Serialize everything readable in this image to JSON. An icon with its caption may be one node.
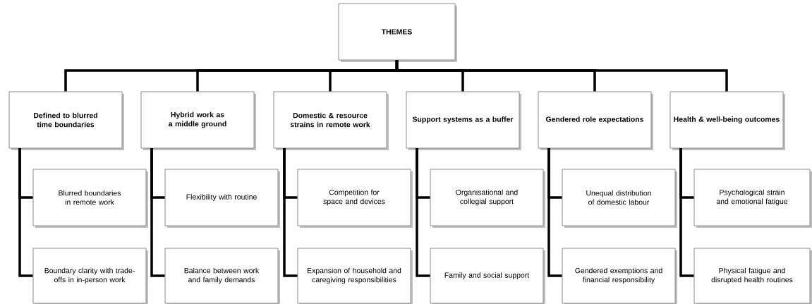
{
  "diagram": {
    "nodes": [
      {
        "text": [
          "THEMES"
        ]
      },
      {
        "text": [
          "Defined to blurred time boundaries"
        ]
      },
      {
        "text": [
          "Blurred boundaries in remote work"
        ]
      },
      {
        "text": [
          "Boundary clarity with trade-offs in in-person work"
        ]
      },
      {
        "text": [
          "Hybrid work as a middle ground"
        ]
      },
      {
        "text": [
          "Flexibility with routine"
        ]
      },
      {
        "text": [
          "Balance between work and family demands"
        ]
      },
      {
        "text": [
          "Domestic & resource strains in remote work"
        ]
      },
      {
        "text": [
          "Competition for space and devices"
        ]
      },
      {
        "text": [
          "Expansion of household and caregiving responsibilities"
        ]
      },
      {
        "text": [
          "Support systems as a buffer"
        ]
      },
      {
        "text": [
          "Organisational and collegial support"
        ]
      },
      {
        "text": [
          "Family and social support"
        ]
      },
      {
        "text": [
          "Gendered role expectations"
        ]
      },
      {
        "text": [
          "Unequal distribution of domestic labour"
        ]
      },
      {
        "text": [
          "Gendered exemptions and financial responsibility"
        ]
      },
      {
        "text": [
          "Health & well-being outcomes"
        ]
      },
      {
        "text": [
          "Psychological strain and emotional fatigue"
        ]
      },
      {
        "text": [
          "Physical fatigue and disrupted health routines"
        ]
      }
    ],
    "edges": [
      {
        "from": 0,
        "to": 1,
        "arrow": "none"
      },
      {
        "from": 0,
        "to": 4,
        "arrow": "none"
      },
      {
        "from": 0,
        "to": 7,
        "arrow": "none"
      },
      {
        "from": 0,
        "to": 10,
        "arrow": "none"
      },
      {
        "from": 0,
        "to": 13,
        "arrow": "none"
      },
      {
        "from": 0,
        "to": 16,
        "arrow": "none"
      },
      {
        "from": 1,
        "to": 2,
        "arrow": "none"
      },
      {
        "from": 1,
        "to": 3,
        "arrow": "none"
      },
      {
        "from": 4,
        "to": 5,
        "arrow": "none"
      },
      {
        "from": 4,
        "to": 6,
        "arrow": "none"
      },
      {
        "from": 7,
        "to": 8,
        "arrow": "none"
      },
      {
        "from": 7,
        "to": 9,
        "arrow": "none"
      },
      {
        "from": 10,
        "to": 11,
        "arrow": "none"
      },
      {
        "from": 10,
        "to": 12,
        "arrow": "none"
      },
      {
        "from": 13,
        "to": 14,
        "arrow": "none"
      },
      {
        "from": 13,
        "to": 15,
        "arrow": "none"
      },
      {
        "from": 16,
        "to": 17,
        "arrow": "none"
      },
      {
        "from": 16,
        "to": 18,
        "arrow": "none"
      }
    ]
  }
}
